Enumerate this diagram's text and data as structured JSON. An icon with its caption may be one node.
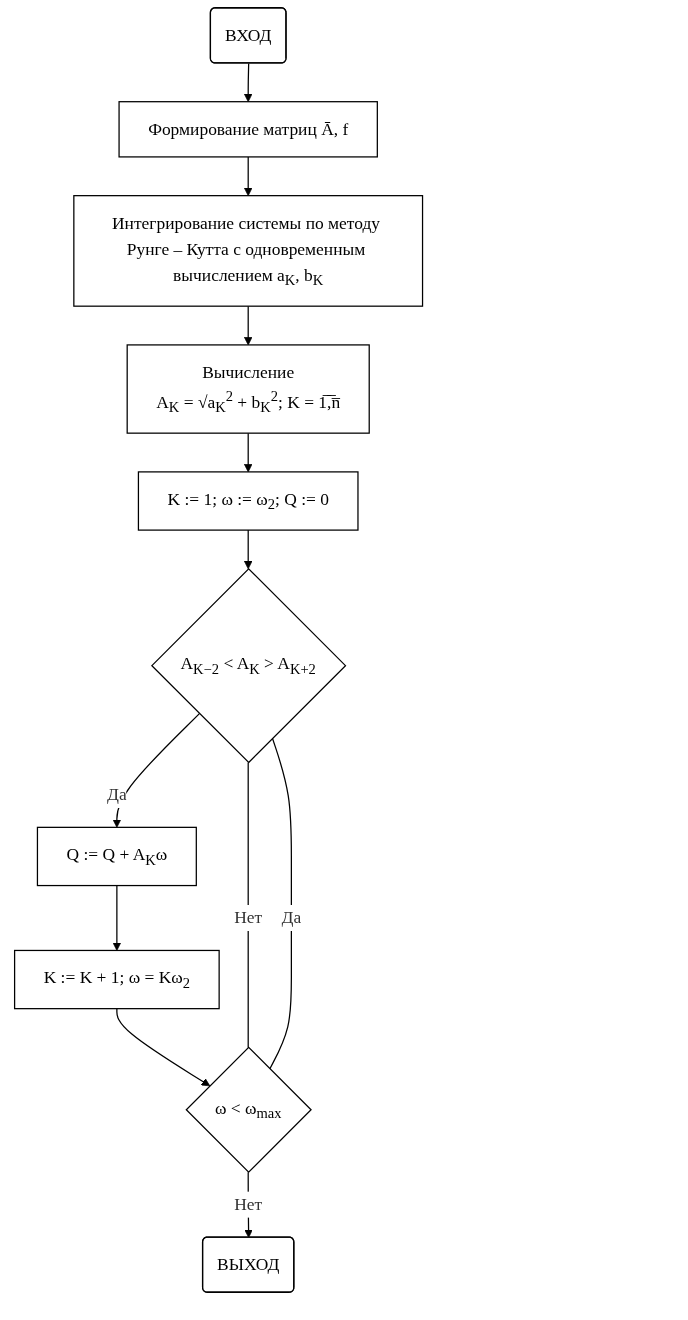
{
  "diagram": {
    "nodes": [
      {
        "text": [
          "ВХОД"
        ]
      },
      {
        "text": [
          "Формирование матриц Ā, f"
        ]
      },
      {
        "text": [
          "Интегрирование системы по методу Рунге – Кутта с одновременным вычислением a$_{K}$, b$_{K}$"
        ]
      },
      {
        "text": [
          "Вычисление",
          "A$_{K}$ = √a$_{K}$$^{2}$ + b$_{K}$$^{2}$; K = 1̅,̅n̅"
        ]
      },
      {
        "text": [
          "K := 1; ω := ω$_{2}$; Q := 0"
        ]
      },
      {
        "text": [
          "A$_{K−2}$ < A$_{K}$ > A$_{K+2}$"
        ]
      },
      {
        "text": [
          "Q := Q + A$_{K}$ω"
        ]
      },
      {
        "text": [
          "K := K + 1; ω = Kω$_{2}$"
        ]
      },
      {
        "text": [
          "ω < ω$_{max}$"
        ]
      },
      {
        "text": [
          "ВЫХОД"
        ]
      }
    ],
    "edges": [
      {
        "from": 0,
        "to": 1,
        "arrow": "to"
      },
      {
        "from": 1,
        "to": 2,
        "arrow": "to"
      },
      {
        "from": 2,
        "to": 3,
        "arrow": "to"
      },
      {
        "from": 3,
        "to": 4,
        "arrow": "to"
      },
      {
        "from": 4,
        "to": 5,
        "arrow": "to"
      },
      {
        "from": 5,
        "to": 6,
        "arrow": "to",
        "label": "Да"
      },
      {
        "from": 6,
        "to": 7,
        "arrow": "to"
      },
      {
        "from": 7,
        "to": 8,
        "arrow": "to"
      },
      {
        "from": 8,
        "to": 9,
        "arrow": "to",
        "label": "Нет"
      },
      {
        "from": 5,
        "to": 8,
        "arrow": "none",
        "label": "Нет"
      },
      {
        "from": 8,
        "to": 5,
        "arrow": "none",
        "label": "Да"
      }
    ]
  }
}
